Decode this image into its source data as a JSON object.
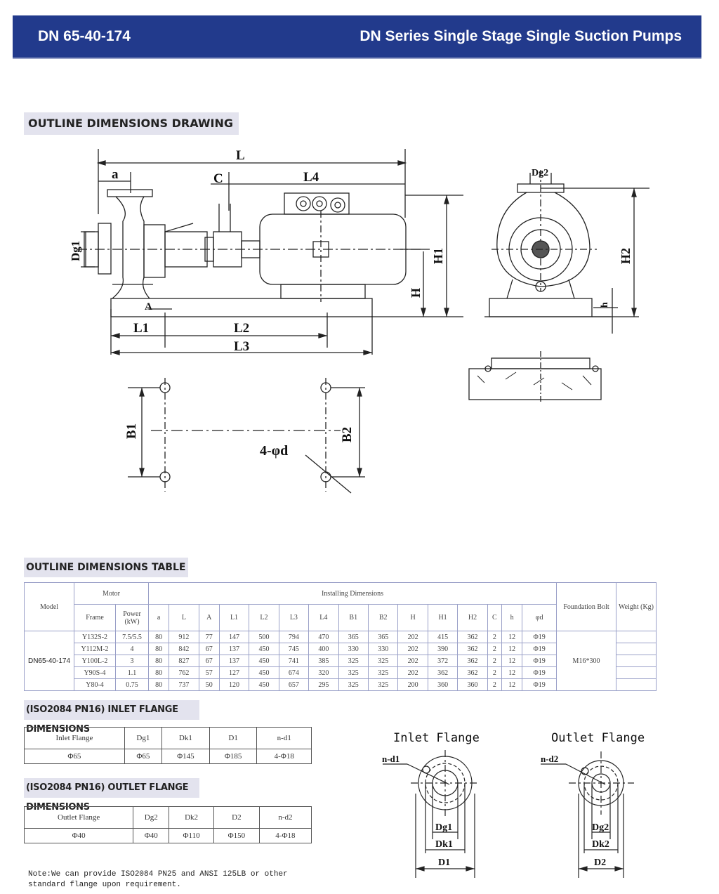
{
  "header": {
    "model": "DN 65-40-174",
    "series": "DN Series Single Stage Single Suction Pumps"
  },
  "sections": {
    "drawing": "OUTLINE DIMENSIONS DRAWING",
    "table": "OUTLINE DIMENSIONS TABLE",
    "inlet": "(ISO2084 PN16) INLET FLANGE DIMENSIONS",
    "outlet": "(ISO2084 PN16) OUTLET FLANGE DIMENSIONS"
  },
  "drawing_labels": {
    "L": "L",
    "a": "a",
    "C": "C",
    "L4": "L4",
    "Dg1": "Dg1",
    "H": "H",
    "H1": "H1",
    "A": "A",
    "L1": "L1",
    "L2": "L2",
    "L3": "L3",
    "Dg2": "Dg2",
    "H2": "H2",
    "h": "h",
    "B1": "B1",
    "B2": "B2",
    "holes": "4-φd",
    "inlet_flange": "Inlet Flange",
    "outlet_flange": "Outlet Flange",
    "nd1": "n-d1",
    "nd2": "n-d2",
    "Dk1": "Dk1",
    "D1": "D1",
    "Dk2": "Dk2",
    "D2": "D2"
  },
  "dims_table": {
    "model_label": "Model",
    "motor_label": "Motor",
    "installing_label": "Installing Dimensions",
    "frame_label": "Frame",
    "power_label": "Power (kW)",
    "foundation_label": "Foundation Bolt",
    "weight_label": "Weight (Kg)",
    "columns": [
      "a",
      "L",
      "A",
      "L1",
      "L2",
      "L3",
      "L4",
      "B1",
      "B2",
      "H",
      "H1",
      "H2",
      "C",
      "h",
      "φd"
    ],
    "model": "DN65-40-174",
    "foundation_bolt": "M16*300",
    "rows": [
      {
        "frame": "Y132S-2",
        "power": "7.5/5.5",
        "vals": [
          "80",
          "912",
          "77",
          "147",
          "500",
          "794",
          "470",
          "365",
          "365",
          "202",
          "415",
          "362",
          "2",
          "12",
          "Φ19"
        ]
      },
      {
        "frame": "Y112M-2",
        "power": "4",
        "vals": [
          "80",
          "842",
          "67",
          "137",
          "450",
          "745",
          "400",
          "330",
          "330",
          "202",
          "390",
          "362",
          "2",
          "12",
          "Φ19"
        ]
      },
      {
        "frame": "Y100L-2",
        "power": "3",
        "vals": [
          "80",
          "827",
          "67",
          "137",
          "450",
          "741",
          "385",
          "325",
          "325",
          "202",
          "372",
          "362",
          "2",
          "12",
          "Φ19"
        ]
      },
      {
        "frame": "Y90S-4",
        "power": "1.1",
        "vals": [
          "80",
          "762",
          "57",
          "127",
          "450",
          "674",
          "320",
          "325",
          "325",
          "202",
          "362",
          "362",
          "2",
          "12",
          "Φ19"
        ]
      },
      {
        "frame": "Y80-4",
        "power": "0.75",
        "vals": [
          "80",
          "737",
          "50",
          "120",
          "450",
          "657",
          "295",
          "325",
          "325",
          "200",
          "360",
          "360",
          "2",
          "12",
          "Φ19"
        ]
      }
    ]
  },
  "inlet_table": {
    "headers": [
      "Inlet Flange",
      "Dg1",
      "Dk1",
      "D1",
      "n-d1"
    ],
    "values": [
      "Φ65",
      "Φ65",
      "Φ145",
      "Φ185",
      "4-Φ18"
    ]
  },
  "outlet_table": {
    "headers": [
      "Outlet Flange",
      "Dg2",
      "Dk2",
      "D2",
      "n-d2"
    ],
    "values": [
      "Φ40",
      "Φ40",
      "Φ110",
      "Φ150",
      "4-Φ18"
    ]
  },
  "note": "Note:We can provide ISO2084 PN25 and ANSI 125LB or other standard flange upon requirement."
}
